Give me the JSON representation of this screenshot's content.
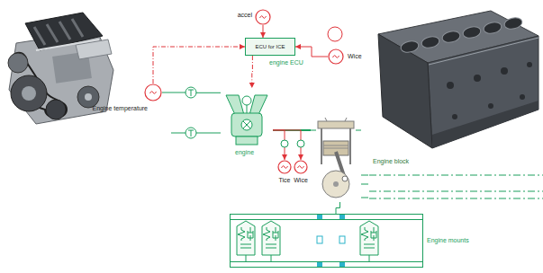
{
  "diagram": {
    "nodes": [
      {
        "text": [
          "ECU for ICE",
          "engine ECU"
        ]
      },
      {
        "text": [
          "engine"
        ]
      },
      {
        "text": [
          "Engine block"
        ]
      },
      {
        "text": [
          "Engine mounts"
        ]
      },
      {
        "text": [
          "accel"
        ]
      },
      {
        "text": [
          "Wice"
        ]
      },
      {
        "text": [
          "Engine temperature"
        ]
      },
      {
        "text": [
          "Tice"
        ]
      },
      {
        "text": [
          "Wice"
        ]
      }
    ],
    "edges": [
      {
        "from": 4,
        "to": 0,
        "arrow": "to"
      },
      {
        "from": 5,
        "to": 0,
        "arrow": "to"
      },
      {
        "from": 6,
        "to": 0,
        "arrow": "to"
      },
      {
        "from": 0,
        "to": 1,
        "arrow": "to"
      },
      {
        "from": 6,
        "to": 1,
        "arrow": "none"
      },
      {
        "from": 1,
        "to": 2,
        "arrow": "none"
      },
      {
        "from": 1,
        "to": 7,
        "arrow": "to"
      },
      {
        "from": 1,
        "to": 8,
        "arrow": "to"
      },
      {
        "from": 2,
        "to": 3,
        "arrow": "none"
      }
    ]
  }
}
